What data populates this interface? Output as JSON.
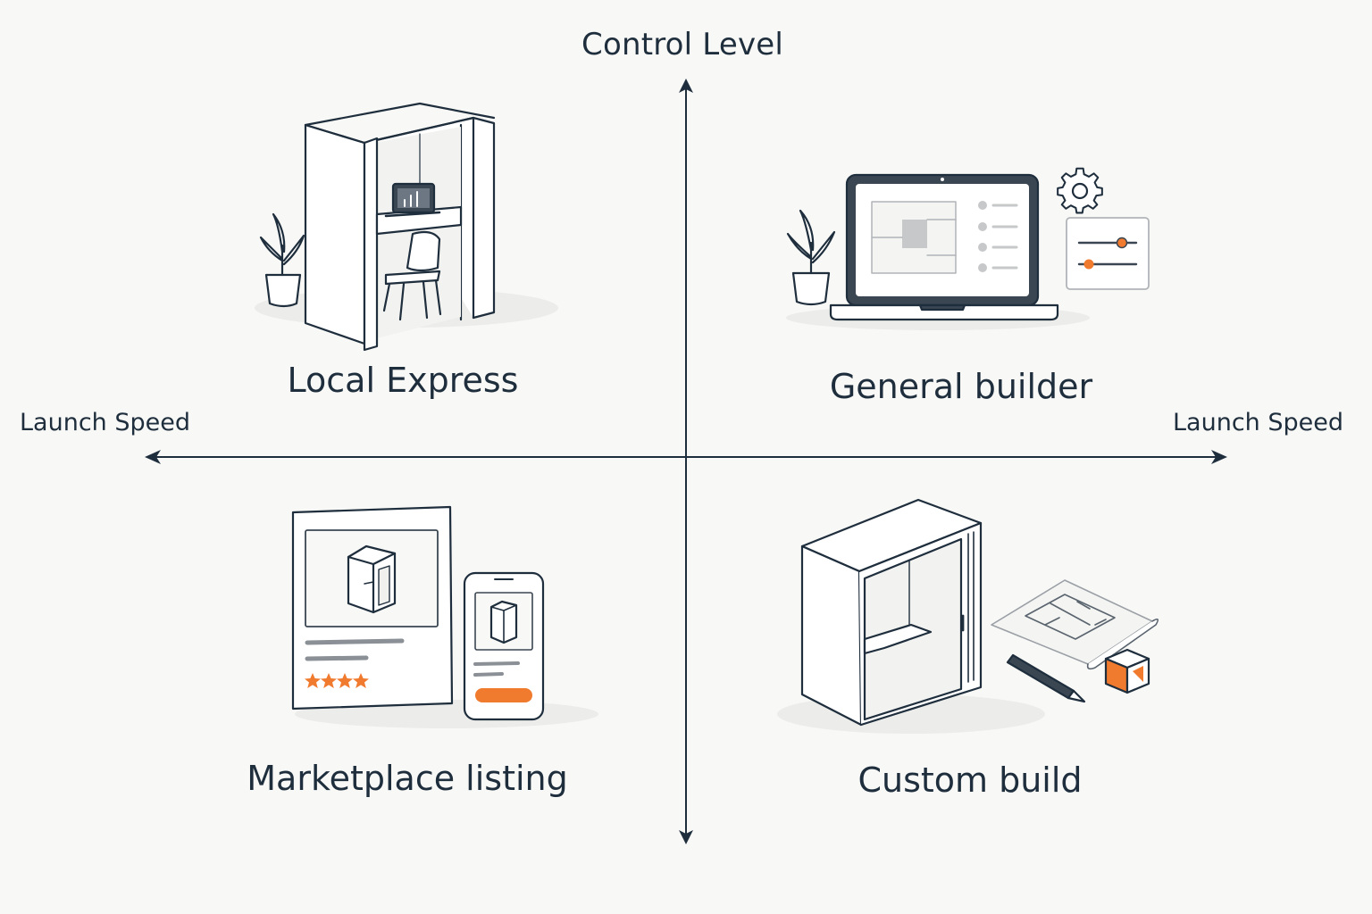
{
  "axes": {
    "vertical_label": "Control Level",
    "horizontal_left_label": "Launch Speed",
    "horizontal_right_label": "Launch Speed"
  },
  "quadrants": {
    "top_left": {
      "label": "Local Express",
      "icon": "office-booth-with-desk-icon"
    },
    "top_right": {
      "label": "General builder",
      "icon": "laptop-builder-with-settings-icon"
    },
    "bottom_left": {
      "label": "Marketplace listing",
      "icon": "product-listing-card-and-phone-icon"
    },
    "bottom_right": {
      "label": "Custom build",
      "icon": "booth-with-blueprint-icon"
    }
  },
  "colors": {
    "background": "#f8f8f6",
    "line": "#1f2e3d",
    "accent": "#f07a2e"
  }
}
